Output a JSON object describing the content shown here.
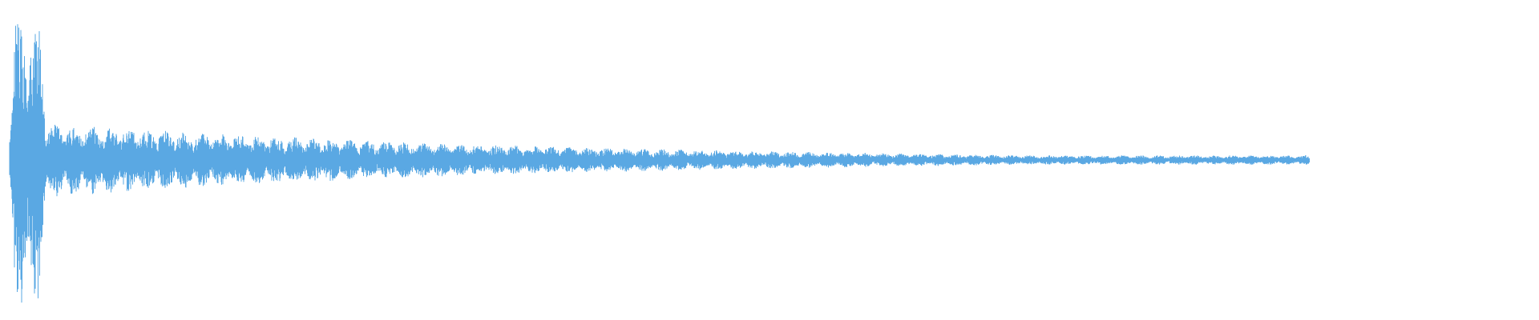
{
  "waveform": {
    "color": "#5AA8E3",
    "background": "#ffffff",
    "relative_duration": 0.85,
    "peak_amplitude": 0.98,
    "impact_amplitude": 0.55,
    "tail_amplitude": 0.03
  }
}
